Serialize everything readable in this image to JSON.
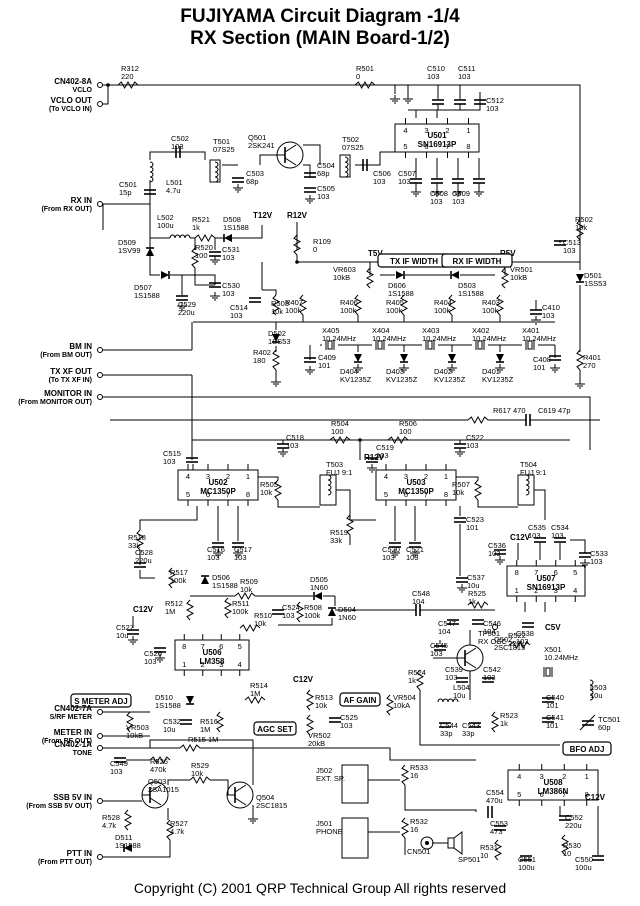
{
  "title": {
    "line1": "FUJIYAMA Circuit Diagram -1/4",
    "line2": "RX Section (MAIN Board-1/2)"
  },
  "footer": {
    "copyright": "Copyright (C) 2001 QRP Technical Group All rights reserved"
  },
  "connectors": [
    {
      "id": "cn402-8a",
      "name": "CN402-8A",
      "sub": "VCLO"
    },
    {
      "id": "vclo-out",
      "name": "VCLO OUT",
      "sub": "(To VCLO IN)"
    },
    {
      "id": "rx-in",
      "name": "RX IN",
      "sub": "(From RX OUT)"
    },
    {
      "id": "bm-in",
      "name": "BM IN",
      "sub": "(From BM OUT)"
    },
    {
      "id": "tx-xf-out",
      "name": "TX XF OUT",
      "sub": "(To TX XF IN)"
    },
    {
      "id": "monitor-in",
      "name": "MONITOR IN",
      "sub": "(From MONITOR OUT)"
    },
    {
      "id": "cn402-7a",
      "name": "CN402-7A",
      "sub": "S/RF METER"
    },
    {
      "id": "meter-in",
      "name": "METER IN",
      "sub": "(From RF OUT)"
    },
    {
      "id": "cn402-1a",
      "name": "CN402-1A",
      "sub": "TONE"
    },
    {
      "id": "ssb5v-in",
      "name": "SSB 5V IN",
      "sub": "(From SSB 5V OUT)"
    },
    {
      "id": "ptt-in",
      "name": "PTT IN",
      "sub": "(From PTT OUT)"
    }
  ],
  "boxed_labels": [
    {
      "id": "tx-if-width",
      "text": "TX IF WIDTH"
    },
    {
      "id": "rx-if-width",
      "text": "RX IF WIDTH"
    },
    {
      "id": "s-meter-adj",
      "text": "S METER ADJ"
    },
    {
      "id": "agc-set",
      "text": "AGC SET"
    },
    {
      "id": "af-gain",
      "text": "AF GAIN"
    },
    {
      "id": "bfo-adj",
      "text": "BFO ADJ"
    }
  ],
  "ics": [
    {
      "id": "u501",
      "ref": "U501",
      "part": "SN16913P",
      "top_pins": [
        "4",
        "3",
        "2",
        "1"
      ],
      "bottom_pins": [
        "5",
        "6",
        "7",
        "8"
      ]
    },
    {
      "id": "u502",
      "ref": "U502",
      "part": "MC1350P",
      "top_pins": [
        "4",
        "3",
        "2",
        "1"
      ],
      "bottom_pins": [
        "5",
        "6",
        "7",
        "8"
      ]
    },
    {
      "id": "u503",
      "ref": "U503",
      "part": "MC1350P",
      "top_pins": [
        "4",
        "3",
        "2",
        "1"
      ],
      "bottom_pins": [
        "5",
        "6",
        "7",
        "8"
      ]
    },
    {
      "id": "u507",
      "ref": "U507",
      "part": "SN16913P",
      "top_pins": [
        "8",
        "7",
        "6",
        "5"
      ],
      "bottom_pins": [
        "1",
        "2",
        "3",
        "4"
      ]
    },
    {
      "id": "u506",
      "ref": "U506",
      "part": "LM358",
      "top_pins": [
        "8",
        "7",
        "6",
        "5"
      ],
      "bottom_pins": [
        "1",
        "2",
        "3",
        "4"
      ]
    },
    {
      "id": "u508",
      "ref": "U508",
      "part": "LM386N",
      "top_pins": [
        "4",
        "3",
        "2",
        "1"
      ],
      "bottom_pins": [
        "5",
        "6",
        "7",
        "8"
      ]
    }
  ],
  "components": [
    {
      "id": "r312",
      "ref": "R312",
      "value": "220"
    },
    {
      "id": "r501",
      "ref": "R501",
      "value": "0"
    },
    {
      "id": "c510",
      "ref": "C510",
      "value": "103"
    },
    {
      "id": "c511",
      "ref": "C511",
      "value": "103"
    },
    {
      "id": "c512",
      "ref": "C512",
      "value": "103"
    },
    {
      "id": "c502",
      "ref": "C502",
      "value": "103"
    },
    {
      "id": "t501",
      "ref": "T501",
      "value": "07S25"
    },
    {
      "id": "q501",
      "ref": "Q501",
      "value": "2SK241"
    },
    {
      "id": "t502",
      "ref": "T502",
      "value": "07S25"
    },
    {
      "id": "c503",
      "ref": "C503",
      "value": "68p"
    },
    {
      "id": "c504",
      "ref": "C504",
      "value": "68p"
    },
    {
      "id": "c505",
      "ref": "C505",
      "value": "103"
    },
    {
      "id": "c506",
      "ref": "C506",
      "value": "103"
    },
    {
      "id": "c507",
      "ref": "C507",
      "value": "103"
    },
    {
      "id": "c508",
      "ref": "C508",
      "value": "103"
    },
    {
      "id": "c509",
      "ref": "C509",
      "value": "103"
    },
    {
      "id": "c501",
      "ref": "C501",
      "value": "15p"
    },
    {
      "id": "l501",
      "ref": "L501",
      "value": "4.7u"
    },
    {
      "id": "l502",
      "ref": "L502",
      "value": "100u"
    },
    {
      "id": "r521",
      "ref": "R521",
      "value": "1k"
    },
    {
      "id": "d508",
      "ref": "D508",
      "value": "1S1588"
    },
    {
      "id": "t12v-a",
      "ref": "T12V",
      "value": ""
    },
    {
      "id": "r12v-a",
      "ref": "R12V",
      "value": ""
    },
    {
      "id": "r502",
      "ref": "R502",
      "value": "10k"
    },
    {
      "id": "c531",
      "ref": "C531",
      "value": "103"
    },
    {
      "id": "r109",
      "ref": "R109",
      "value": "0"
    },
    {
      "id": "c513",
      "ref": "C513",
      "value": "103"
    },
    {
      "id": "d509",
      "ref": "D509",
      "value": "1SV99"
    },
    {
      "id": "r520",
      "ref": "R520",
      "value": "100"
    },
    {
      "id": "t5v",
      "ref": "T5V",
      "value": ""
    },
    {
      "id": "r5v",
      "ref": "R5V",
      "value": ""
    },
    {
      "id": "vr603",
      "ref": "VR603",
      "value": "10kB"
    },
    {
      "id": "vr501",
      "ref": "VR501",
      "value": "10kB"
    },
    {
      "id": "d501",
      "ref": "D501",
      "value": "1SS53"
    },
    {
      "id": "d507",
      "ref": "D507",
      "value": "1S1588"
    },
    {
      "id": "c530",
      "ref": "C530",
      "value": "103"
    },
    {
      "id": "d606",
      "ref": "D606",
      "value": "1S1588"
    },
    {
      "id": "d503",
      "ref": "D503",
      "value": "1S1588"
    },
    {
      "id": "c529",
      "ref": "C529",
      "value": "220u"
    },
    {
      "id": "c514",
      "ref": "C514",
      "value": "103"
    },
    {
      "id": "r503",
      "ref": "R503",
      "value": "10k"
    },
    {
      "id": "r407",
      "ref": "R407",
      "value": "100k"
    },
    {
      "id": "r406",
      "ref": "R406",
      "value": "100k"
    },
    {
      "id": "r405",
      "ref": "R405",
      "value": "100k"
    },
    {
      "id": "r404",
      "ref": "R404",
      "value": "100k"
    },
    {
      "id": "r403",
      "ref": "R403",
      "value": "100k"
    },
    {
      "id": "c410",
      "ref": "C410",
      "value": "103"
    },
    {
      "id": "d502",
      "ref": "D502",
      "value": "1SS53"
    },
    {
      "id": "x405",
      "ref": "X405",
      "value": "10.24MHz"
    },
    {
      "id": "x404",
      "ref": "X404",
      "value": "10.24MHz"
    },
    {
      "id": "x403",
      "ref": "X403",
      "value": "10.24MHz"
    },
    {
      "id": "x402",
      "ref": "X402",
      "value": "10.24MHz"
    },
    {
      "id": "x401",
      "ref": "X401",
      "value": "10.24MHz"
    },
    {
      "id": "r402",
      "ref": "R402",
      "value": "180"
    },
    {
      "id": "c409",
      "ref": "C409",
      "value": "101"
    },
    {
      "id": "c408",
      "ref": "C408",
      "value": "101"
    },
    {
      "id": "r401",
      "ref": "R401",
      "value": "270"
    },
    {
      "id": "d404",
      "ref": "D404",
      "value": "KV1235Z"
    },
    {
      "id": "d403",
      "ref": "D403",
      "value": "KV1235Z"
    },
    {
      "id": "d402",
      "ref": "D402",
      "value": "KV1235Z"
    },
    {
      "id": "d401",
      "ref": "D401",
      "value": "KV1235Z"
    },
    {
      "id": "r617",
      "ref": "R617",
      "value": "470"
    },
    {
      "id": "c619",
      "ref": "C619",
      "value": "47p"
    },
    {
      "id": "c518",
      "ref": "C518",
      "value": "103"
    },
    {
      "id": "r504",
      "ref": "R504",
      "value": "100"
    },
    {
      "id": "r506",
      "ref": "R506",
      "value": "100"
    },
    {
      "id": "c522",
      "ref": "C522",
      "value": "103"
    },
    {
      "id": "c515",
      "ref": "C515",
      "value": "103"
    },
    {
      "id": "r12v-b",
      "ref": "R12V",
      "value": ""
    },
    {
      "id": "c519",
      "ref": "C519",
      "value": "103"
    },
    {
      "id": "t503",
      "ref": "T503",
      "value": "FUJ 9:1"
    },
    {
      "id": "t504",
      "ref": "T504",
      "value": "FUJ 9:1"
    },
    {
      "id": "r505",
      "ref": "R505",
      "value": "10k"
    },
    {
      "id": "r507",
      "ref": "R507",
      "value": "10k"
    },
    {
      "id": "r518",
      "ref": "R518",
      "value": "33k"
    },
    {
      "id": "r519",
      "ref": "R519",
      "value": "33k"
    },
    {
      "id": "c523",
      "ref": "C523",
      "value": "101"
    },
    {
      "id": "c516",
      "ref": "C516",
      "value": "103"
    },
    {
      "id": "c517",
      "ref": "C517",
      "value": "103"
    },
    {
      "id": "c520",
      "ref": "C520",
      "value": "103"
    },
    {
      "id": "c521",
      "ref": "C521",
      "value": "103"
    },
    {
      "id": "c535",
      "ref": "C535",
      "value": "103"
    },
    {
      "id": "c534",
      "ref": "C534",
      "value": "103"
    },
    {
      "id": "c528",
      "ref": "C528",
      "value": "220u"
    },
    {
      "id": "c12v-a",
      "ref": "C12V",
      "value": ""
    },
    {
      "id": "c536",
      "ref": "C536",
      "value": "103"
    },
    {
      "id": "c533",
      "ref": "C533",
      "value": "103"
    },
    {
      "id": "r517",
      "ref": "R517",
      "value": "100k"
    },
    {
      "id": "d506",
      "ref": "D506",
      "value": "1S1588"
    },
    {
      "id": "c537",
      "ref": "C537",
      "value": "10u"
    },
    {
      "id": "r509",
      "ref": "R509",
      "value": "10k"
    },
    {
      "id": "d505",
      "ref": "D505",
      "value": "1N60"
    },
    {
      "id": "r512",
      "ref": "R512",
      "value": "1M"
    },
    {
      "id": "r511",
      "ref": "R511",
      "value": "100k"
    },
    {
      "id": "c524",
      "ref": "C524",
      "value": "103"
    },
    {
      "id": "r508",
      "ref": "R508",
      "value": "100k"
    },
    {
      "id": "d504",
      "ref": "D504",
      "value": "1N60"
    },
    {
      "id": "c548",
      "ref": "C548",
      "value": "104"
    },
    {
      "id": "r525",
      "ref": "R525",
      "value": "1k"
    },
    {
      "id": "c527",
      "ref": "C527",
      "value": "10u"
    },
    {
      "id": "r510",
      "ref": "R510",
      "value": "10k"
    },
    {
      "id": "c547",
      "ref": "C547",
      "value": "104"
    },
    {
      "id": "c546",
      "ref": "C546",
      "value": "104"
    },
    {
      "id": "tp501",
      "ref": "TP501",
      "value": "RX OSC"
    },
    {
      "id": "c538",
      "ref": "C538",
      "value": "103"
    },
    {
      "id": "c5v",
      "ref": "C5V",
      "value": ""
    },
    {
      "id": "c12v-b",
      "ref": "C12V",
      "value": ""
    },
    {
      "id": "c526",
      "ref": "C526",
      "value": "103"
    },
    {
      "id": "c545",
      "ref": "C545",
      "value": "103"
    },
    {
      "id": "q502",
      "ref": "Q502",
      "value": "2SC1815"
    },
    {
      "id": "r522",
      "ref": "R522",
      "value": "220k"
    },
    {
      "id": "x501",
      "ref": "X501",
      "value": "10.24MHz"
    },
    {
      "id": "r524",
      "ref": "R524",
      "value": "1k"
    },
    {
      "id": "c539",
      "ref": "C539",
      "value": "103"
    },
    {
      "id": "c542",
      "ref": "C542",
      "value": "103"
    },
    {
      "id": "l504",
      "ref": "L504",
      "value": "10u"
    },
    {
      "id": "c540",
      "ref": "C540",
      "value": "101"
    },
    {
      "id": "l503",
      "ref": "L503",
      "value": "10u"
    },
    {
      "id": "c12v-c",
      "ref": "C12V",
      "value": ""
    },
    {
      "id": "d510",
      "ref": "D510",
      "value": "1S1588"
    },
    {
      "id": "r514",
      "ref": "R514",
      "value": "1M"
    },
    {
      "id": "r513",
      "ref": "R513",
      "value": "10k"
    },
    {
      "id": "vr504",
      "ref": "VR504",
      "value": "10kA"
    },
    {
      "id": "c541",
      "ref": "C541",
      "value": "101"
    },
    {
      "id": "tc501",
      "ref": "TC501",
      "value": "60p"
    },
    {
      "id": "vr503",
      "ref": "VR503",
      "value": "10kB"
    },
    {
      "id": "c532",
      "ref": "C532",
      "value": "10u"
    },
    {
      "id": "r516",
      "ref": "R516",
      "value": "1M"
    },
    {
      "id": "vr502",
      "ref": "VR502",
      "value": "20kB"
    },
    {
      "id": "c525",
      "ref": "C525",
      "value": "103"
    },
    {
      "id": "c544",
      "ref": "C544",
      "value": "33p"
    },
    {
      "id": "c543",
      "ref": "C543",
      "value": "33p"
    },
    {
      "id": "r523",
      "ref": "R523",
      "value": "1k"
    },
    {
      "id": "r515",
      "ref": "R515",
      "value": "1M"
    },
    {
      "id": "c549",
      "ref": "C549",
      "value": "103"
    },
    {
      "id": "r526",
      "ref": "R526",
      "value": "470k"
    },
    {
      "id": "j502",
      "ref": "J502",
      "value": "EXT. SP."
    },
    {
      "id": "r533",
      "ref": "R533",
      "value": "16"
    },
    {
      "id": "c12v-d",
      "ref": "C12V",
      "value": ""
    },
    {
      "id": "q503",
      "ref": "Q503",
      "value": "2SA1015"
    },
    {
      "id": "r529",
      "ref": "R529",
      "value": "10k"
    },
    {
      "id": "q504",
      "ref": "Q504",
      "value": "2SC1815"
    },
    {
      "id": "c554",
      "ref": "C554",
      "value": "470u"
    },
    {
      "id": "c553",
      "ref": "C553",
      "value": "473"
    },
    {
      "id": "c552",
      "ref": "C552",
      "value": "220u"
    },
    {
      "id": "r528",
      "ref": "R528",
      "value": "4.7k"
    },
    {
      "id": "r527",
      "ref": "R527",
      "value": "4.7k"
    },
    {
      "id": "j501",
      "ref": "J501",
      "value": "PHONE"
    },
    {
      "id": "r532",
      "ref": "R532",
      "value": "16"
    },
    {
      "id": "cn501",
      "ref": "CN501",
      "value": ""
    },
    {
      "id": "sp501",
      "ref": "SP501",
      "value": ""
    },
    {
      "id": "r530",
      "ref": "R530",
      "value": "10"
    },
    {
      "id": "r531",
      "ref": "R531",
      "value": "10"
    },
    {
      "id": "d511",
      "ref": "D511",
      "value": "1S1588"
    },
    {
      "id": "c551",
      "ref": "C551",
      "value": "100u"
    },
    {
      "id": "c550",
      "ref": "C550",
      "value": "100u"
    }
  ],
  "legend_text": {
    "crystal_freq": "10.24MHz"
  }
}
